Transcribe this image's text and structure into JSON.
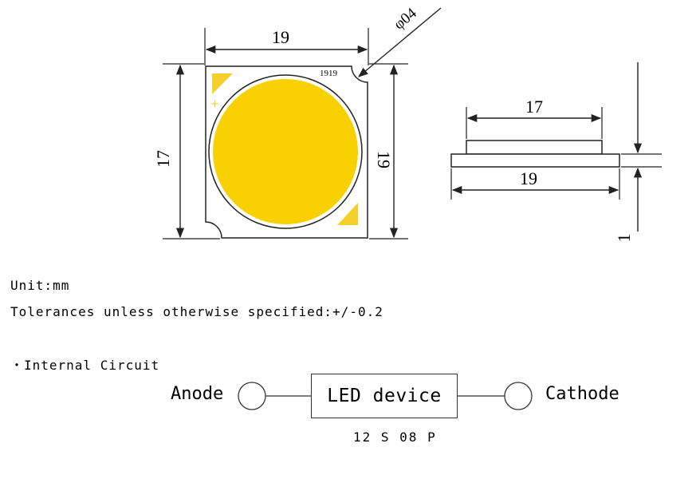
{
  "dims": {
    "top_width": "19",
    "left_height": "17",
    "right_height": "19",
    "hole": "φ04",
    "chip_code": "1919",
    "side_top": "17",
    "side_bottom": "19",
    "side_thickness": "1"
  },
  "colors": {
    "phosphor": "#fad100",
    "triangle": "#f5cf2a",
    "line": "#222222"
  },
  "notes": {
    "unit": "Unit:mm",
    "tolerance": "Tolerances unless otherwise specified:+/-0.2"
  },
  "circuit": {
    "title": "・Internal Circuit",
    "anode": "Anode",
    "cathode": "Cathode",
    "device": "LED device",
    "model": "12 S 08 P"
  }
}
